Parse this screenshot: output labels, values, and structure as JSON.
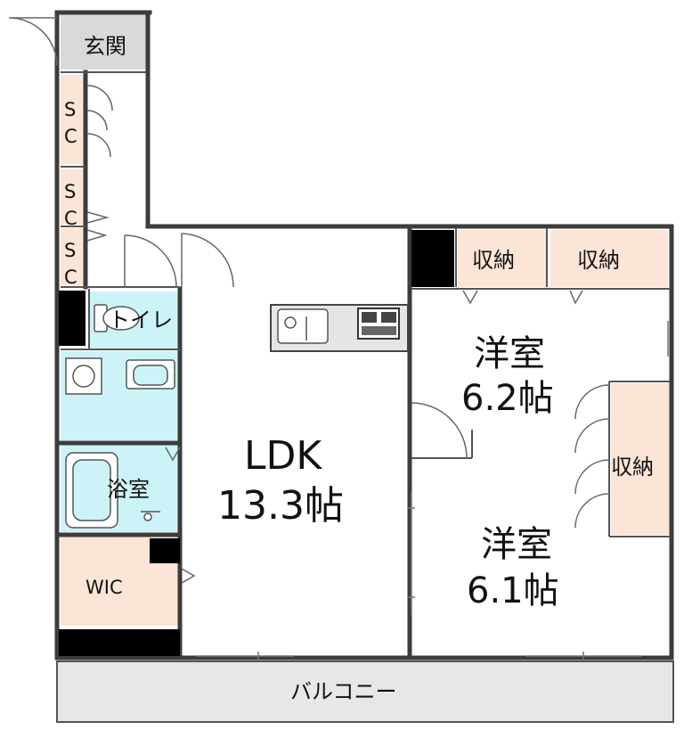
{
  "rooms": {
    "genkan": "玄関",
    "sc1": "SC",
    "sc2": "SC",
    "sc3": "SC",
    "toilet": "トイレ",
    "bath": "浴室",
    "wic": "WIC",
    "ldk_name": "LDK",
    "ldk_size": "13.3帖",
    "western1_name": "洋室",
    "western1_size": "6.2帖",
    "western2_name": "洋室",
    "western2_size": "6.1帖",
    "storage1": "収納",
    "storage2": "収納",
    "storage3": "収納",
    "balcony": "バルコニー"
  },
  "colors": {
    "wall": "#3c3c3c",
    "pillar": "#000000",
    "storage": "#fbe5d6",
    "wet_area": "#ccf3f8",
    "entrance": "#d9d9d9",
    "balcony": "#e7e7e7",
    "kitchen": "#e5e5e5"
  }
}
